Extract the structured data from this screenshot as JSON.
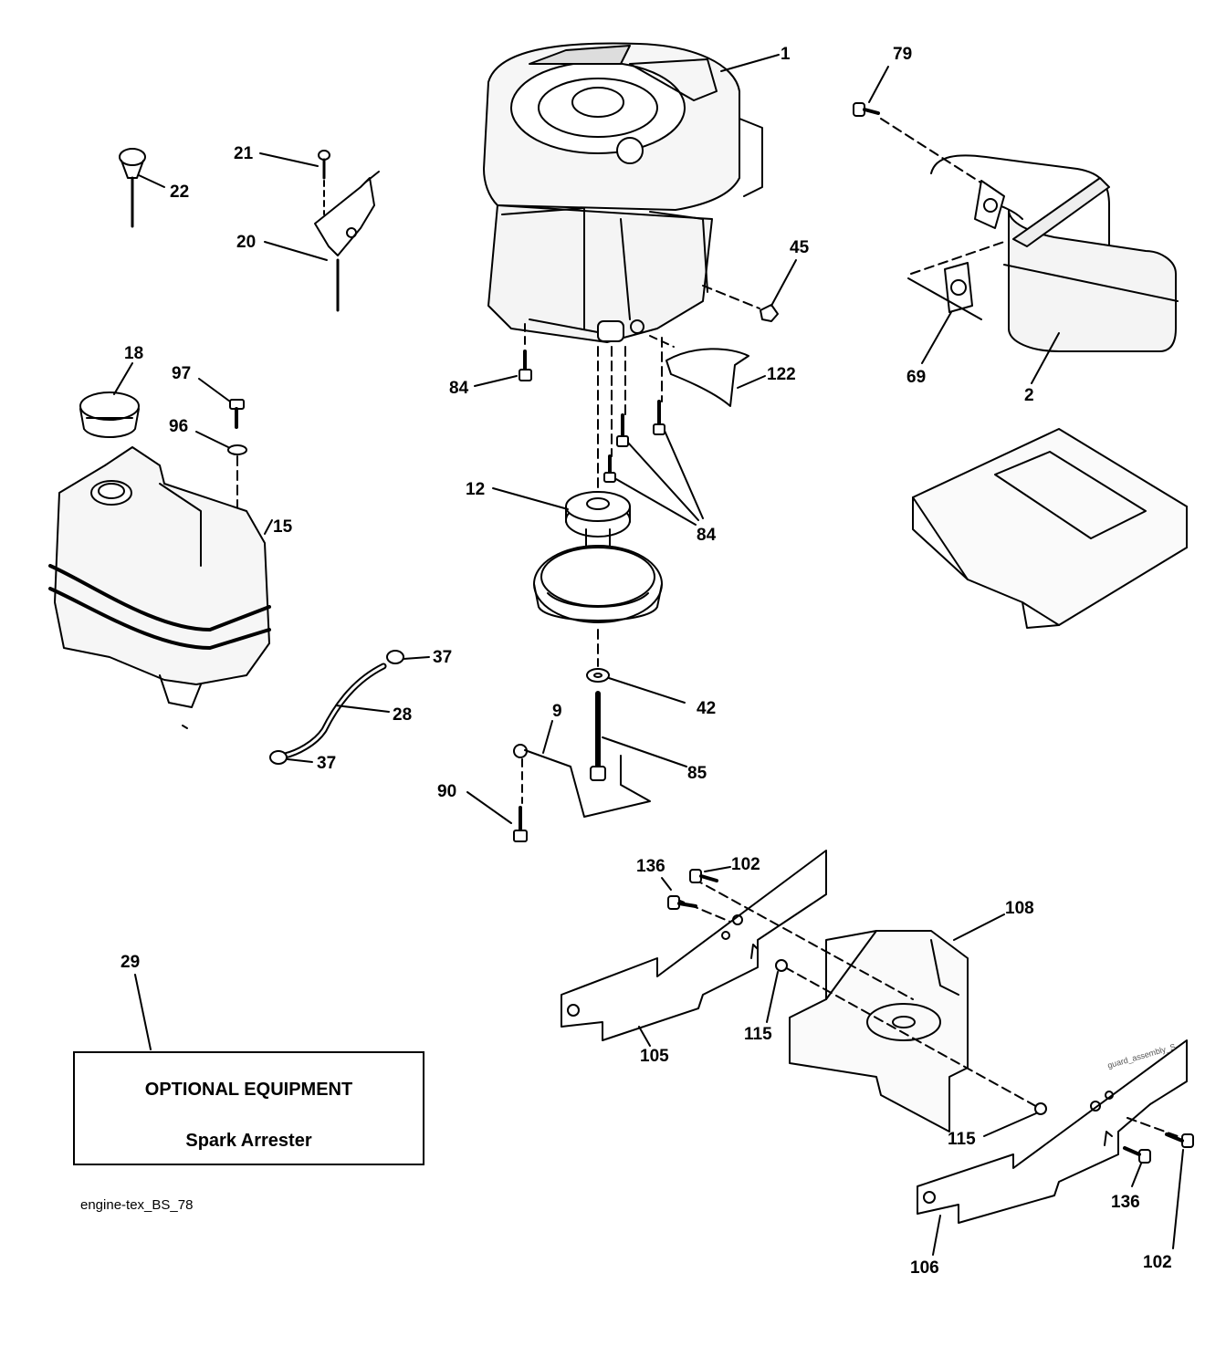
{
  "labels": {
    "p1": "1",
    "p79": "79",
    "p22": "22",
    "p21": "21",
    "p20": "20",
    "p45": "45",
    "p2": "2",
    "p69": "69",
    "p84a": "84",
    "p122": "122",
    "p18": "18",
    "p97": "97",
    "p96": "96",
    "p15": "15",
    "p12": "12",
    "p84b": "84",
    "p37a": "37",
    "p28": "28",
    "p37b": "37",
    "p42": "42",
    "p9": "9",
    "p85": "85",
    "p90": "90",
    "p136a": "136",
    "p102a": "102",
    "p108": "108",
    "p29": "29",
    "p115a": "115",
    "p105": "105",
    "p115b": "115",
    "p136b": "136",
    "p106": "106",
    "p102b": "102"
  },
  "optional_box": {
    "title": "OPTIONAL EQUIPMENT",
    "subtitle": "Spark Arrester"
  },
  "caption": "engine-tex_BS_78",
  "watermark": "guard_assembly_S"
}
